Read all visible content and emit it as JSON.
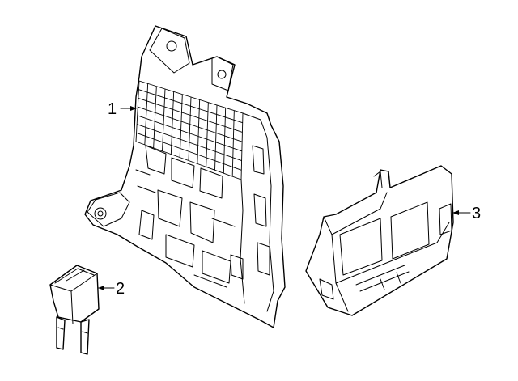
{
  "diagram": {
    "callouts": [
      {
        "number": "1",
        "part": "fuse-junction-box"
      },
      {
        "number": "2",
        "part": "blade-fuse"
      },
      {
        "number": "3",
        "part": "control-module"
      }
    ],
    "colors": {
      "line": "#000000",
      "background": "#ffffff"
    }
  }
}
